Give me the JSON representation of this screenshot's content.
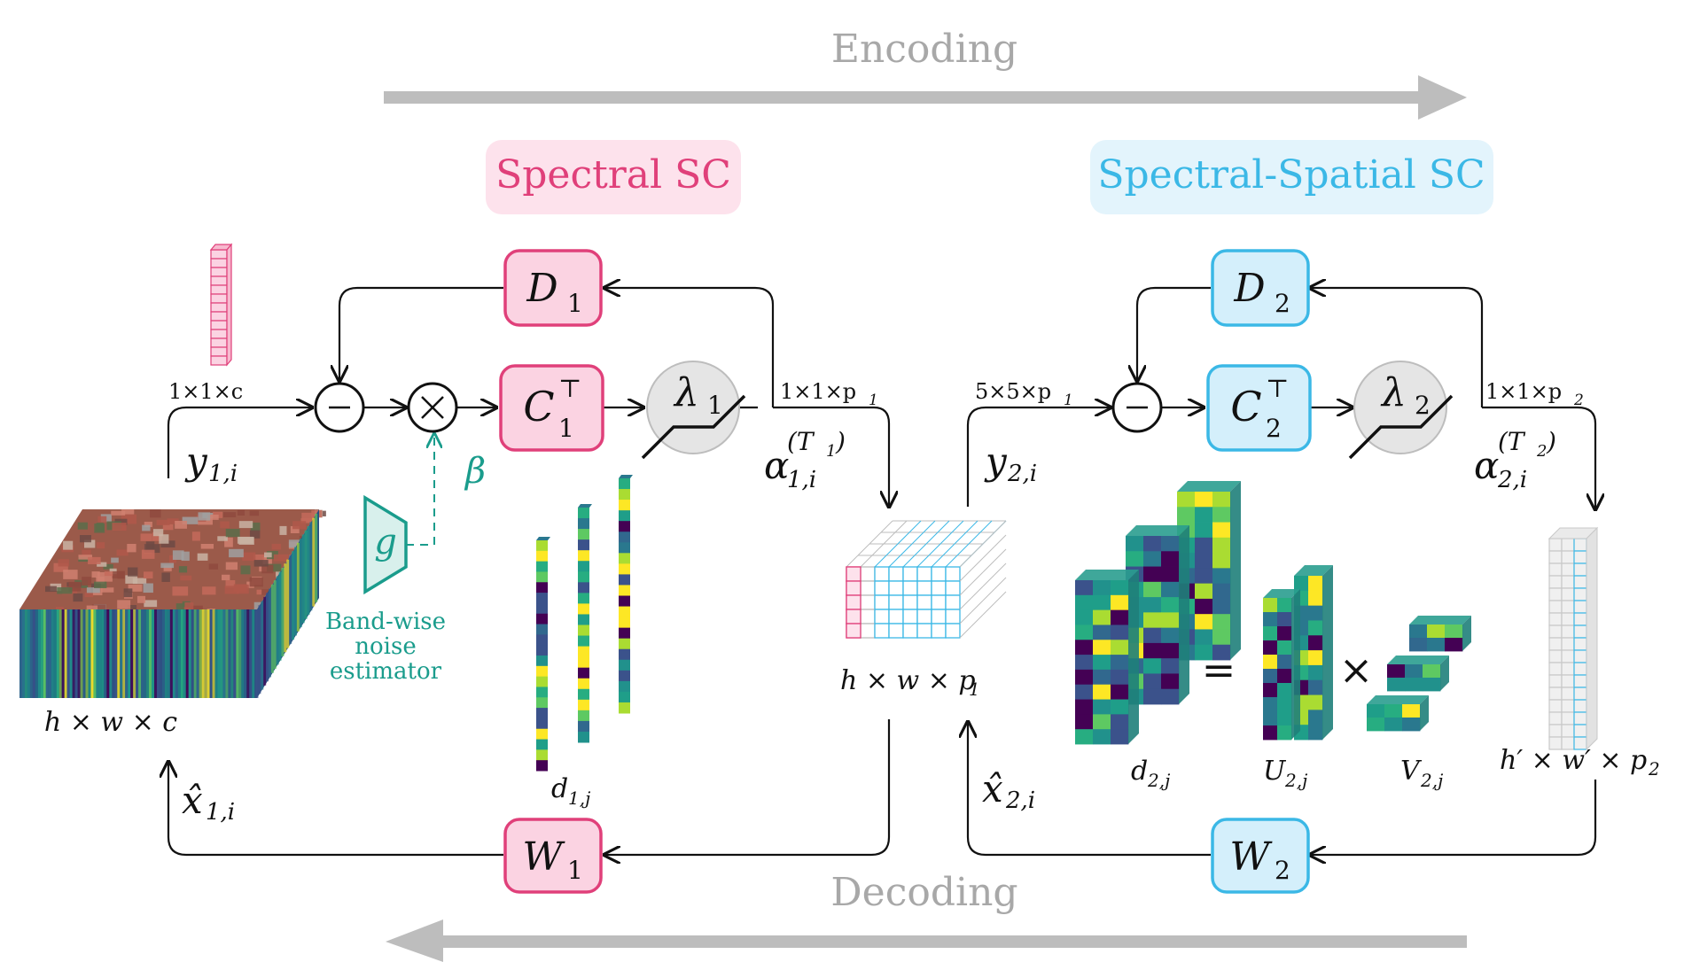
{
  "flow": {
    "encoding": "Encoding",
    "decoding": "Decoding"
  },
  "sections": {
    "spectral": "Spectral SC",
    "spectral_spatial": "Spectral-Spatial SC"
  },
  "blocks": {
    "D1": "D",
    "D1_sub": "1",
    "C1": "C",
    "C1_sub": "1",
    "C1_sup": "⊤",
    "lambda1": "λ",
    "lambda1_sub": "1",
    "W1": "W",
    "W1_sub": "1",
    "D2": "D",
    "D2_sub": "2",
    "C2": "C",
    "C2_sub": "2",
    "C2_sup": "⊤",
    "lambda2": "λ",
    "lambda2_sub": "2",
    "W2": "W",
    "W2_sub": "2",
    "minus": "−",
    "times": "×",
    "g": "g"
  },
  "labels": {
    "in_shape": "1×1×c",
    "y1": "y",
    "y1_sub": "1,i",
    "alpha1_shape": "1×1×p",
    "alpha1_shape_sub": "1",
    "alpha1": "α",
    "alpha1_sub": "1,i",
    "alpha1_sup": "(T",
    "alpha1_sup_sub": "1",
    "alpha1_sup_end": ")",
    "beta": "β",
    "noise_estimator_1": "Band-wise",
    "noise_estimator_2": "noise",
    "noise_estimator_3": "estimator",
    "cube_shape": "h × w × c",
    "d1j": "d",
    "d1j_sub": "1,j",
    "xhat1": "x̂",
    "xhat1_sub": "1,i",
    "mid_shape": "h × w × p",
    "mid_shape_sub": "1",
    "y2_shape": "5×5×p",
    "y2_shape_sub": "1",
    "y2": "y",
    "y2_sub": "2,i",
    "alpha2_shape": "1×1×p",
    "alpha2_shape_sub": "2",
    "alpha2": "α",
    "alpha2_sub": "2,i",
    "alpha2_sup": "(T",
    "alpha2_sup_sub": "2",
    "alpha2_sup_end": ")",
    "xhat2": "x̂",
    "xhat2_sub": "2,i",
    "equals": "=",
    "times_op": "×",
    "d2j": "d",
    "d2j_sub": "2,j",
    "U2j": "U",
    "U2j_sub": "2,j",
    "V2j": "V",
    "V2j_sub": "2,j",
    "out_shape": "h′ × w′ × p",
    "out_shape_sub": "2"
  },
  "colors": {
    "pink": "#e0407a",
    "pink_fill": "#fbd3e2",
    "pink_bg": "#fde2ec",
    "blue": "#3bb8e6",
    "blue_fill": "#d4effb",
    "blue_bg": "#e3f4fc",
    "teal": "#1a9c8c",
    "grey_arrow": "#bdbdbd",
    "grey_text": "#a8a8a8"
  }
}
